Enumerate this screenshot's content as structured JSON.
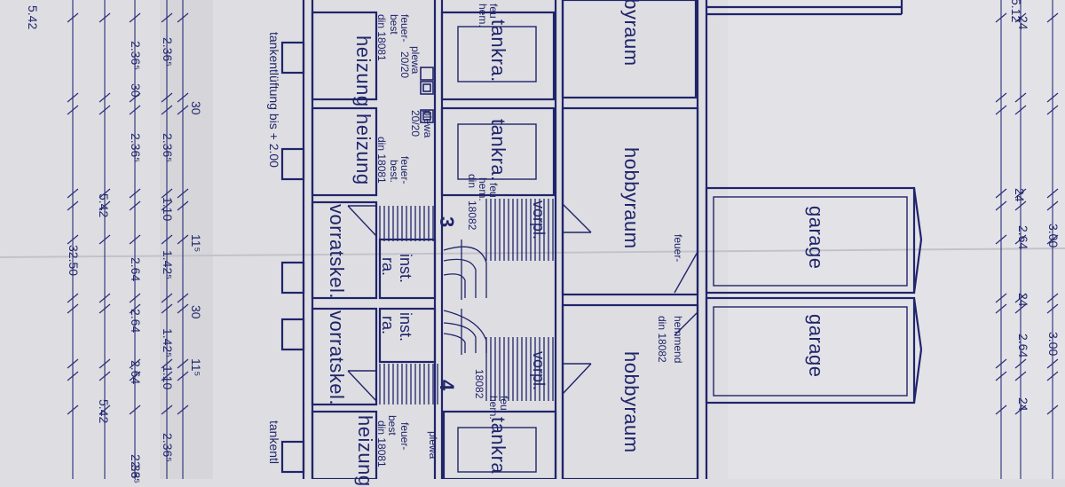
{
  "colors": {
    "paper": "#dedee2",
    "ink": "#20246a"
  },
  "rooms": {
    "hobbyraum_top": "hobbyraum",
    "hobbyraum_left": "hobbyraum",
    "hobbyraum_right": "hobbyraum",
    "garage_1": "garage",
    "garage_2": "garage",
    "heizung_1": "heizung",
    "heizung_2": "heizung",
    "heizung_3": "heizung",
    "tankra_1": "tankra.",
    "tankra_2": "tankra.",
    "tankra_3": "tankra",
    "vorratskel_1": "vorratskel.",
    "vorratskel_2": "vorratskel.",
    "inst_1": "inst.",
    "inst_1b": "ra.",
    "inst_2": "inst.",
    "inst_2b": "ra.",
    "vorpl_1": "vorpl.",
    "vorpl_2": "vorpl.",
    "stair_3": "3",
    "stair_4": "4"
  },
  "notes": {
    "plewa_1": "plewa",
    "plewa_2": "plewa",
    "plewa_3": "plewa",
    "feuer_1": "feuer-",
    "feuer_1b": "20/20",
    "feuer_2": "20/20",
    "feuer_2b": "feuer-",
    "best_1": "best",
    "best_2": "best.",
    "best_3": "best",
    "din_1": "din 18081",
    "din_2": "din 18081",
    "din_3": "din 18081",
    "feu_hem_1": "feu",
    "feu_hem_1b": "hem.",
    "feu_hem_2": "feu",
    "feu_hem_2b": "hem.",
    "feu_hem_3": "feu",
    "feu_hem_3b": "hem.",
    "din18082_1": "din",
    "din18082_1b": "18082",
    "din18082_2": "18082",
    "feuer_garage": "feuer-",
    "hemmend": "hemmend",
    "hemmend_din": "din 18082",
    "tanklueftung": "tankentlüftung bis + 2.00",
    "tankent_bottom": "tankentl"
  },
  "dimensions": {
    "d_512": "5.12",
    "d_542a": "5.42",
    "d_542b": "5.42",
    "d_542c": "5.42",
    "d_3250": "32.50",
    "d_115a": "11⁵",
    "d_115b": "11⁵",
    "d_2365a": "2.36⁵",
    "d_2365b": "2.36⁵",
    "d_2365c": "2.36⁵",
    "d_2365d": "2.36⁵",
    "d_2365e": "2.36⁵",
    "d_2365f": "2.36⁵",
    "d_30a": "30",
    "d_30b": "30",
    "d_30c": "30",
    "d_110a": "1.10",
    "d_110b": "1.10",
    "d_1425a": "1.42⁵",
    "d_1425b": "1.42⁵",
    "d_264a": "2.64",
    "d_264b": "2.64",
    "d_264c": "2.64",
    "d_264d": "2.64",
    "d_264e": "2.64",
    "d_300a": "3.00",
    "d_300b": "3.00",
    "d_24a": "24",
    "d_24b": "24",
    "d_24c": "24",
    "d_24d": "24",
    "d_23": "2.3"
  }
}
